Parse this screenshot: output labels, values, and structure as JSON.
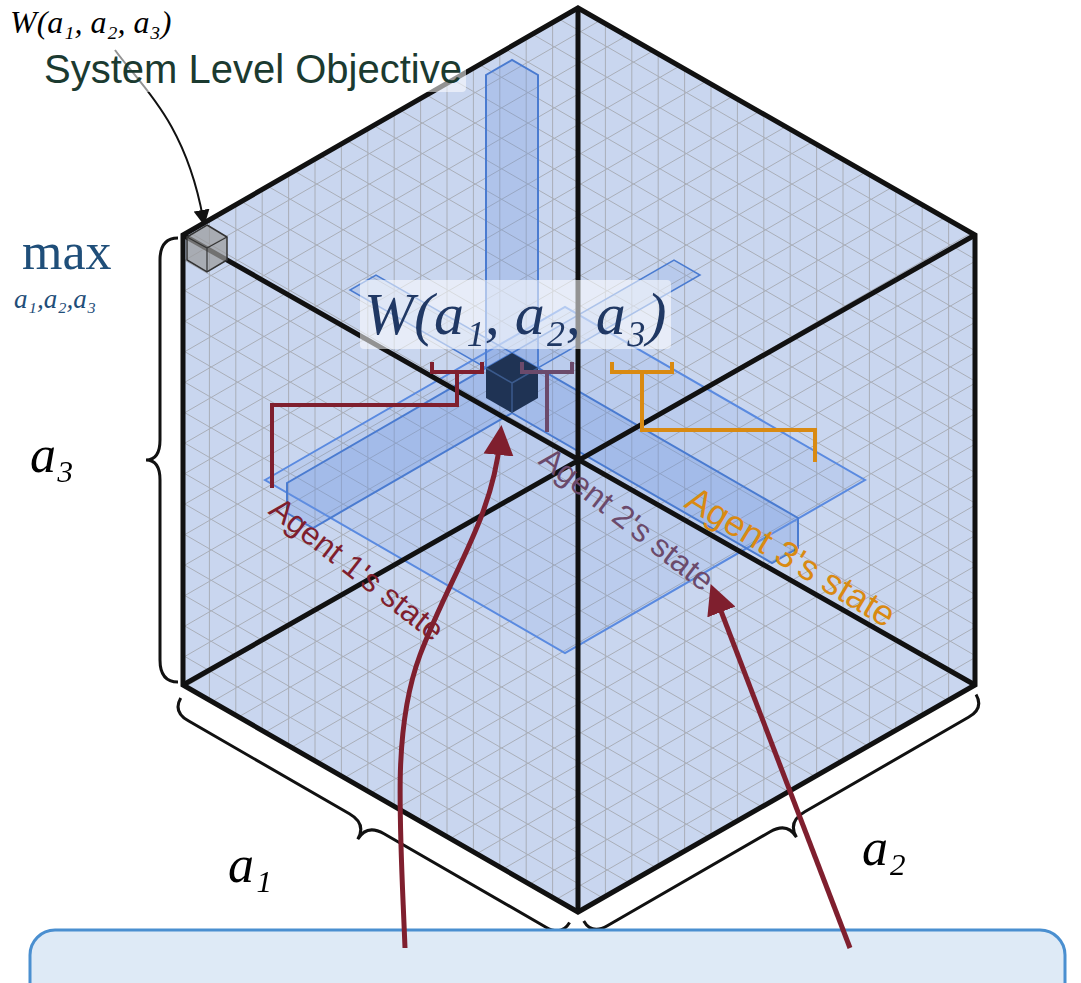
{
  "diagram": {
    "labels": [
      "W(a₁, a₂, a₃)",
      "System Level Objective",
      "max",
      "a₁,a₂,a₃",
      "W(a₁, a₂, a₃)",
      "a₃",
      "Agent 1's state",
      "Agent 2's state",
      "Agent 3's state",
      "a₁",
      "a₂"
    ]
  }
}
